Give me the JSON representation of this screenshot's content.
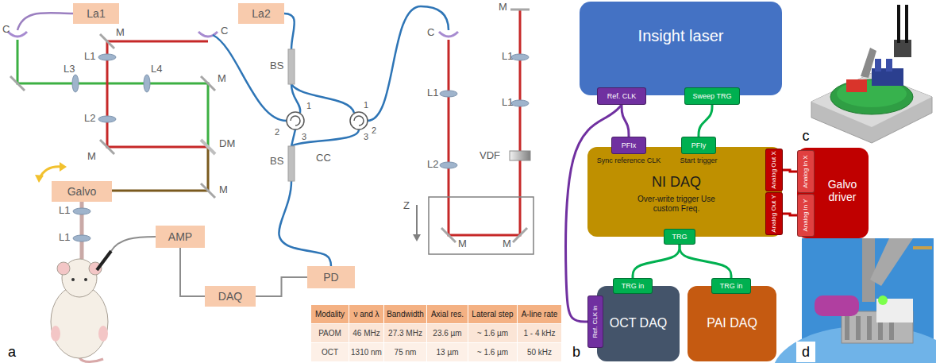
{
  "diagram": {
    "nodes": [
      {
        "text": [
          "La1"
        ]
      },
      {
        "text": [
          "La2"
        ]
      },
      {
        "text": [
          "Galvo"
        ]
      },
      {
        "text": [
          "AMP"
        ]
      },
      {
        "text": [
          "DAQ"
        ]
      },
      {
        "text": [
          "PD"
        ]
      },
      {
        "text": [
          "Insight laser"
        ]
      },
      {
        "text": [
          "Ref. CLK"
        ],
        "in": 6
      },
      {
        "text": [
          "Sweep TRG"
        ],
        "in": 6
      },
      {
        "text": [
          "Sync reference CLK",
          "Start trigger",
          "NI DAQ",
          "Over-write trigger Use custom Freq."
        ]
      },
      {
        "text": [
          "PFIx"
        ],
        "in": 9
      },
      {
        "text": [
          "PFIy"
        ],
        "in": 9
      },
      {
        "text": [
          "Analog Out X"
        ],
        "in": 9
      },
      {
        "text": [
          "Analog Out Y"
        ],
        "in": 9
      },
      {
        "text": [
          "TRG"
        ],
        "in": 9
      },
      {
        "text": [
          "Galvo driver"
        ]
      },
      {
        "text": [
          "Analog In X"
        ],
        "in": 15
      },
      {
        "text": [
          "Analog In Y"
        ],
        "in": 15
      },
      {
        "text": [
          "OCT DAQ"
        ]
      },
      {
        "text": [
          "TRG in"
        ],
        "in": 18
      },
      {
        "text": [
          "Ref. CLK in"
        ],
        "in": 18
      },
      {
        "text": [
          "PAI DAQ"
        ]
      },
      {
        "text": [
          "TRG in"
        ],
        "in": 21
      }
    ],
    "edges": [
      {
        "from": 5,
        "to": 4,
        "arrow": "none"
      },
      {
        "from": 3,
        "to": 4,
        "arrow": "none"
      },
      {
        "from": 7,
        "to": 10,
        "arrow": "none"
      },
      {
        "from": 7,
        "to": 20,
        "arrow": "none"
      },
      {
        "from": 8,
        "to": 11,
        "arrow": "none"
      },
      {
        "from": 12,
        "to": 16,
        "arrow": "none"
      },
      {
        "from": 13,
        "to": 17,
        "arrow": "none"
      },
      {
        "from": 14,
        "to": 19,
        "arrow": "none"
      },
      {
        "from": 14,
        "to": 22,
        "arrow": "none"
      }
    ],
    "labels": [
      "C",
      "M",
      "L1",
      "C",
      "L3",
      "L4",
      "M",
      "L2",
      "M",
      "DM",
      "M",
      "L1",
      "L1",
      "BS",
      "1",
      "2",
      "3",
      "1",
      "2",
      "3",
      "CC",
      "BS",
      "C",
      "M",
      "L1",
      "L1",
      "L1",
      "L2",
      "VDF",
      "Z",
      "M",
      "M",
      "Modality",
      "ν and λ",
      "Bandwidth",
      "Axial res.",
      "Lateral step",
      "A-line rate",
      "PAOM",
      "46 MHz",
      "27.3 MHz",
      "23.6 µm",
      "~ 1.6 µm",
      "1 - 4 kHz",
      "OCT",
      "1310 nm",
      "75 nm",
      "13 µm",
      "~ 1.6 µm",
      "50 kHz",
      "a",
      "b",
      "c",
      "d"
    ]
  }
}
